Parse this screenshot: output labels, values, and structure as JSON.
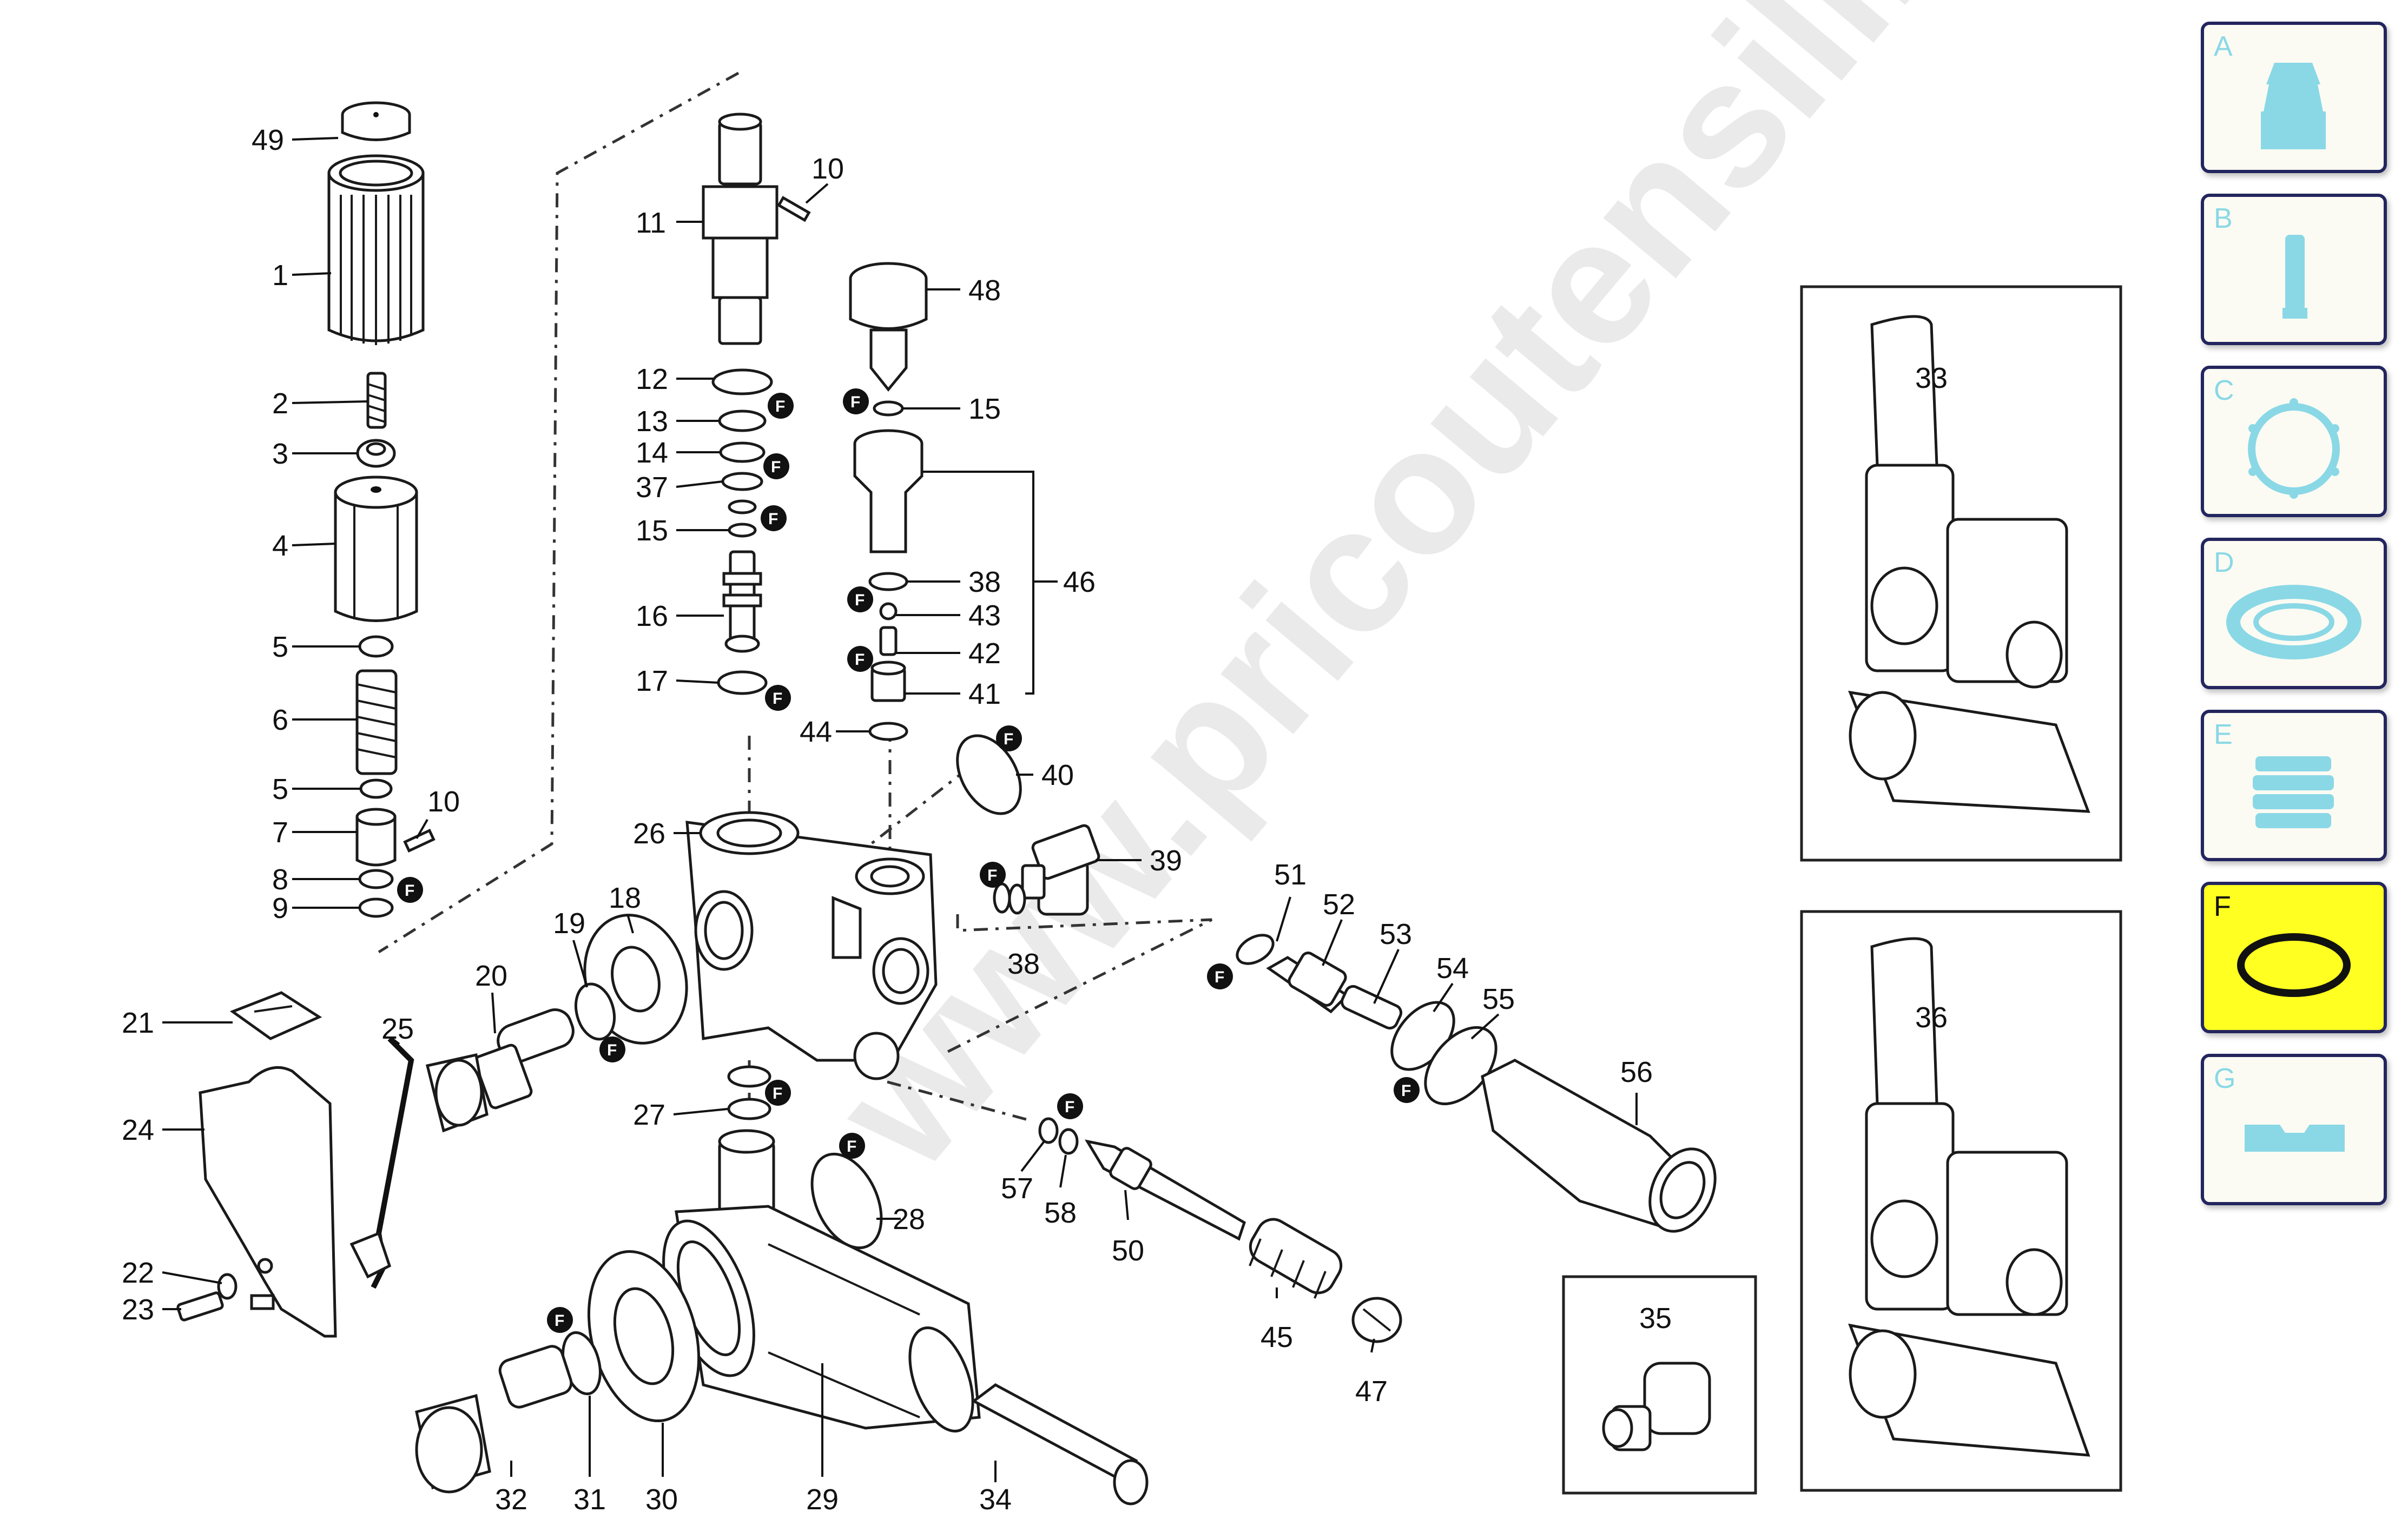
{
  "watermark": "www.pricoutensili.com",
  "badge_letter": "F",
  "tabs": [
    {
      "letter": "A",
      "icon": "fitting-icon",
      "active": false
    },
    {
      "letter": "B",
      "icon": "cylinder-icon",
      "active": false
    },
    {
      "letter": "C",
      "icon": "gasket-icon",
      "active": false
    },
    {
      "letter": "D",
      "icon": "seal-ring-icon",
      "active": false
    },
    {
      "letter": "E",
      "icon": "bellows-icon",
      "active": false
    },
    {
      "letter": "F",
      "icon": "o-ring-icon",
      "active": true
    },
    {
      "letter": "G",
      "icon": "base-plate-icon",
      "active": false
    }
  ],
  "labels": {
    "l1": "1",
    "l2": "2",
    "l3": "3",
    "l4": "4",
    "l5a": "5",
    "l5b": "5",
    "l6": "6",
    "l7": "7",
    "l8": "8",
    "l9": "9",
    "l10a": "10",
    "l10b": "10",
    "l11": "11",
    "l12": "12",
    "l13": "13",
    "l14": "14",
    "l15a": "15",
    "l15b": "15",
    "l16": "16",
    "l17": "17",
    "l18": "18",
    "l19": "19",
    "l20": "20",
    "l21": "21",
    "l22": "22",
    "l23": "23",
    "l24": "24",
    "l25": "25",
    "l26": "26",
    "l27": "27",
    "l28": "28",
    "l29": "29",
    "l30": "30",
    "l31": "31",
    "l32": "32",
    "l33": "33",
    "l34": "34",
    "l35": "35",
    "l36": "36",
    "l37": "37",
    "l38a": "38",
    "l38b": "38",
    "l39": "39",
    "l40": "40",
    "l41": "41",
    "l42": "42",
    "l43": "43",
    "l44": "44",
    "l45": "45",
    "l46": "46",
    "l47": "47",
    "l48": "48",
    "l49": "49",
    "l50": "50",
    "l51": "51",
    "l52": "52",
    "l53": "53",
    "l54": "54",
    "l55": "55",
    "l56": "56",
    "l57": "57",
    "l58": "58"
  },
  "colors": {
    "tab_border": "#23255e",
    "tab_active": "#ffff21",
    "tab_icon": "#8ad8e6"
  }
}
